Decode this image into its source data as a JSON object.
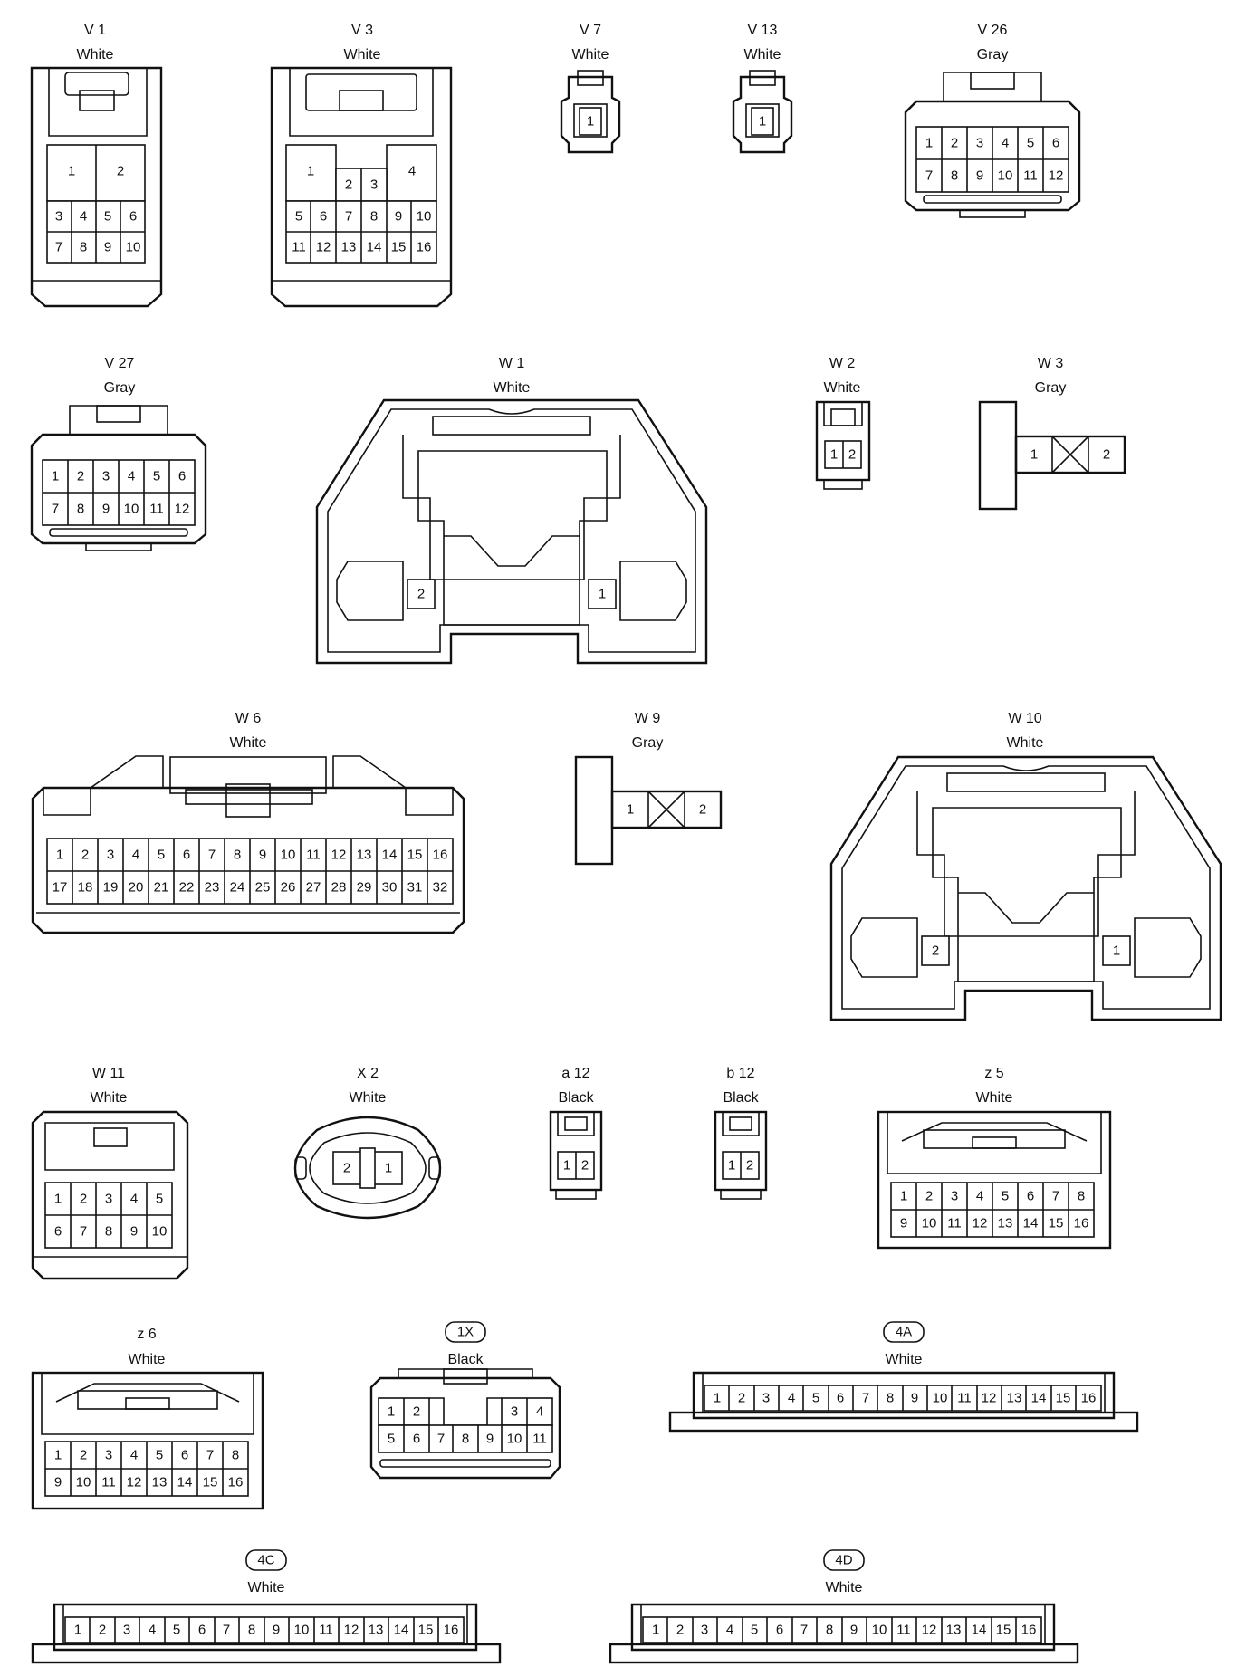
{
  "connectors": [
    {
      "code": "V 1",
      "color": "White"
    },
    {
      "code": "V 3",
      "color": "White"
    },
    {
      "code": "V 7",
      "color": "White"
    },
    {
      "code": "V 13",
      "color": "White"
    },
    {
      "code": "V 26",
      "color": "Gray"
    },
    {
      "code": "V 27",
      "color": "Gray"
    },
    {
      "code": "W 1",
      "color": "White"
    },
    {
      "code": "W 2",
      "color": "White"
    },
    {
      "code": "W 3",
      "color": "Gray"
    },
    {
      "code": "W 6",
      "color": "White"
    },
    {
      "code": "W 9",
      "color": "Gray"
    },
    {
      "code": "W 10",
      "color": "White"
    },
    {
      "code": "W 11",
      "color": "White"
    },
    {
      "code": "X 2",
      "color": "White"
    },
    {
      "code": "a 12",
      "color": "Black"
    },
    {
      "code": "b 12",
      "color": "Black"
    },
    {
      "code": "z 5",
      "color": "White"
    },
    {
      "code": "z 6",
      "color": "White"
    },
    {
      "code": "1X",
      "color": "Black"
    },
    {
      "code": "4A",
      "color": "White"
    },
    {
      "code": "4C",
      "color": "White"
    },
    {
      "code": "4D",
      "color": "White"
    }
  ]
}
